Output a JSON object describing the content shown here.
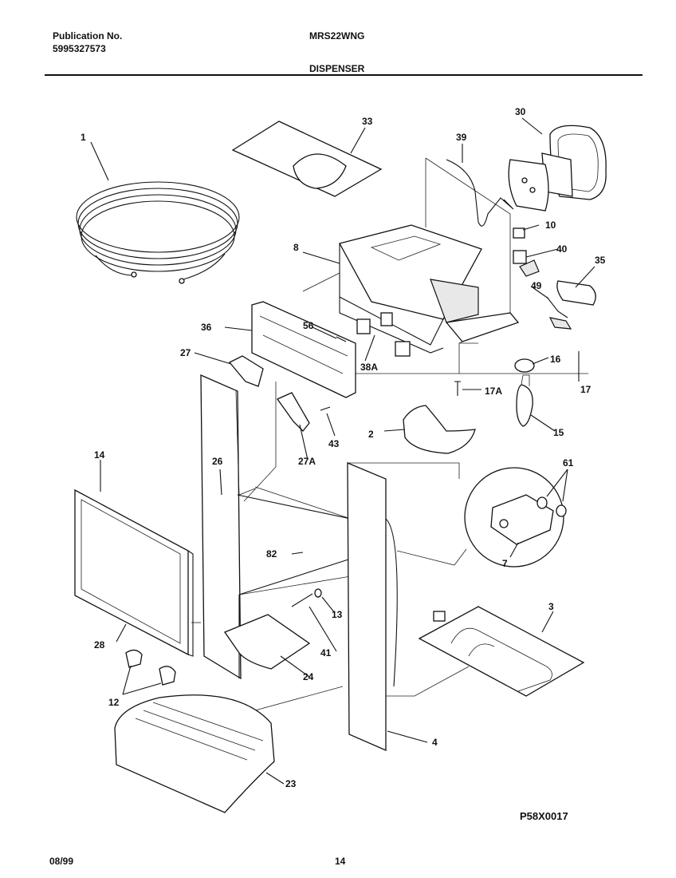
{
  "header": {
    "publication_label": "Publication No.",
    "publication_number": "5995327573",
    "model": "MRS22WNG",
    "section": "DISPENSER"
  },
  "footer": {
    "date": "08/99",
    "page": "14",
    "figure_code": "P58X0017"
  },
  "part_labels": {
    "p1": "1",
    "p2": "2",
    "p3": "3",
    "p4": "4",
    "p7": "7",
    "p8": "8",
    "p10": "10",
    "p12": "12",
    "p13": "13",
    "p14": "14",
    "p15": "15",
    "p16": "16",
    "p17": "17",
    "p17a": "17A",
    "p23": "23",
    "p24": "24",
    "p26": "26",
    "p27": "27",
    "p27a": "27A",
    "p28": "28",
    "p30": "30",
    "p33": "33",
    "p35": "35",
    "p36": "36",
    "p38a": "38A",
    "p39": "39",
    "p40": "40",
    "p41": "41",
    "p43": "43",
    "p49": "49",
    "p56": "56",
    "p61": "61",
    "p82": "82"
  }
}
